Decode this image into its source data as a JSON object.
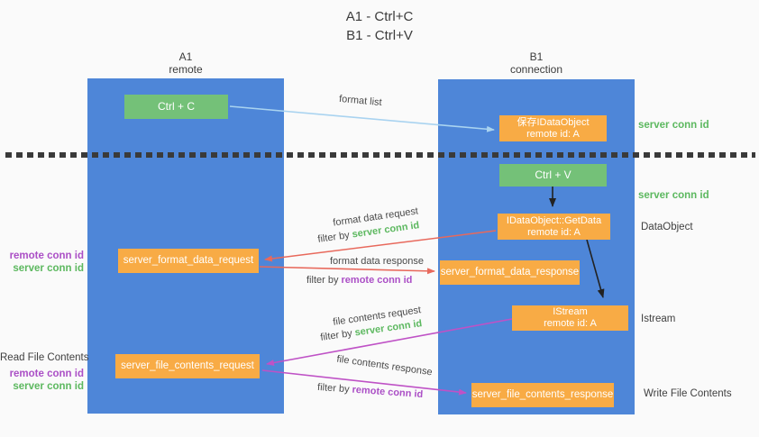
{
  "title": {
    "line1": "A1 - Ctrl+C",
    "line2": "B1 - Ctrl+V"
  },
  "lanes": {
    "left": {
      "name": "A1",
      "subtitle": "remote"
    },
    "right": {
      "name": "B1",
      "subtitle": "connection"
    }
  },
  "nodes": {
    "ctrl_c": {
      "label": "Ctrl + C"
    },
    "ctrl_v": {
      "label": "Ctrl + V"
    },
    "save_dataobject": {
      "line1": "保存IDataObject",
      "line2": "remote id: A"
    },
    "getdata": {
      "line1": "IDataObject::GetData",
      "line2": "remote id: A"
    },
    "istream": {
      "line1": "IStream",
      "line2": "remote id: A"
    },
    "server_format_data_request": {
      "label": "server_format_data_request"
    },
    "server_format_data_response": {
      "label": "server_format_data_response"
    },
    "server_file_contents_request": {
      "label": "server_file_contents_request"
    },
    "server_file_contents_response": {
      "label": "server_file_contents_response"
    }
  },
  "messages": {
    "format_list": "format list",
    "format_data_request": "format data request",
    "format_data_response": "format data response",
    "file_contents_request": "file contents request",
    "file_contents_response": "file contents response",
    "filter_prefix": "filter by ",
    "server_conn_id": "server conn id",
    "remote_conn_id": "remote conn id"
  },
  "side_labels": {
    "right_server_conn_id_top": "server conn id",
    "right_server_conn_id_mid": "server conn id",
    "dataobject": "DataObject",
    "istream": "Istream",
    "write_file_contents": "Write File Contents",
    "left_remote_conn_id_top": "remote conn id",
    "left_server_conn_id_top": "server conn id",
    "read_file_contents": "Read File Contents",
    "left_remote_conn_id_bottom": "remote conn id",
    "left_server_conn_id_bottom": "server conn id"
  },
  "colors": {
    "lane_blue": "#4e86d8",
    "node_green": "#74c178",
    "node_orange": "#f8ab45",
    "arrow_blue": "#a9d3f0",
    "arrow_red": "#e8695c",
    "arrow_purple": "#bf52c6",
    "arrow_black": "#222222",
    "text_green": "#5cb85f",
    "text_purple": "#ab4fc6",
    "text_dark": "#3f3f3f"
  }
}
